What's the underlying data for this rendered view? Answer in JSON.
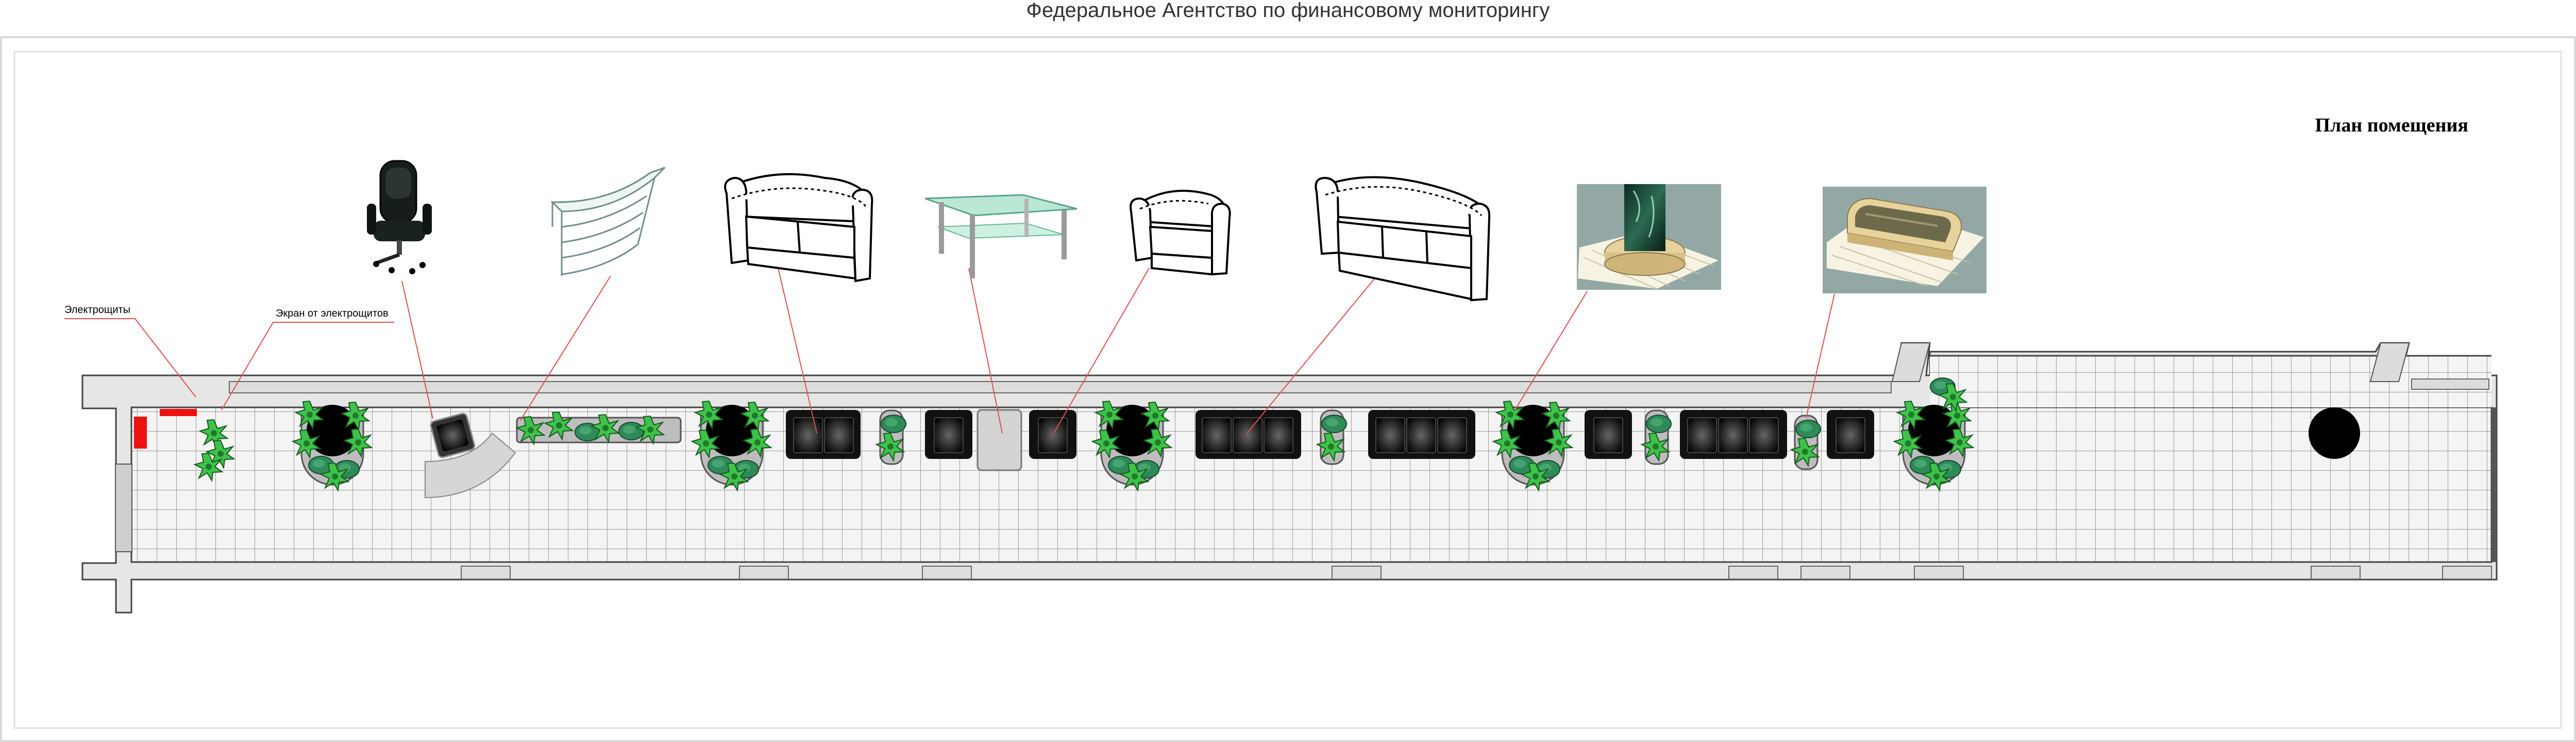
{
  "document": {
    "title": "Федеральное Агентство по финансовому мониторингу",
    "plan_title": "План помещения"
  },
  "labels": {
    "electric_panels": "Электрощиты",
    "panel_screen": "Экран от электрощитов"
  },
  "colors": {
    "floor_tile": "#f4f4f4",
    "tile_grid": "#9a9a9a",
    "wall": "#e6e6e6",
    "wall_stroke": "#444444",
    "furniture": "#111111",
    "planter": "#bdbdbd",
    "plant_green": "#3fc24a",
    "plant_dark": "#2f8a5a",
    "electric_panel": "#ee1111",
    "leader_line": "#e05050",
    "render_bg": "#93a8a4",
    "render_stone": "#f1e1b4"
  },
  "legend_images": [
    {
      "name": "office-chair-icon"
    },
    {
      "name": "glass-reception-counter-icon"
    },
    {
      "name": "two-seat-sofa-icon"
    },
    {
      "name": "glass-coffee-table-icon"
    },
    {
      "name": "armchair-icon"
    },
    {
      "name": "three-seat-sofa-icon"
    },
    {
      "name": "column-planter-render-icon"
    },
    {
      "name": "wall-planter-render-icon"
    }
  ]
}
